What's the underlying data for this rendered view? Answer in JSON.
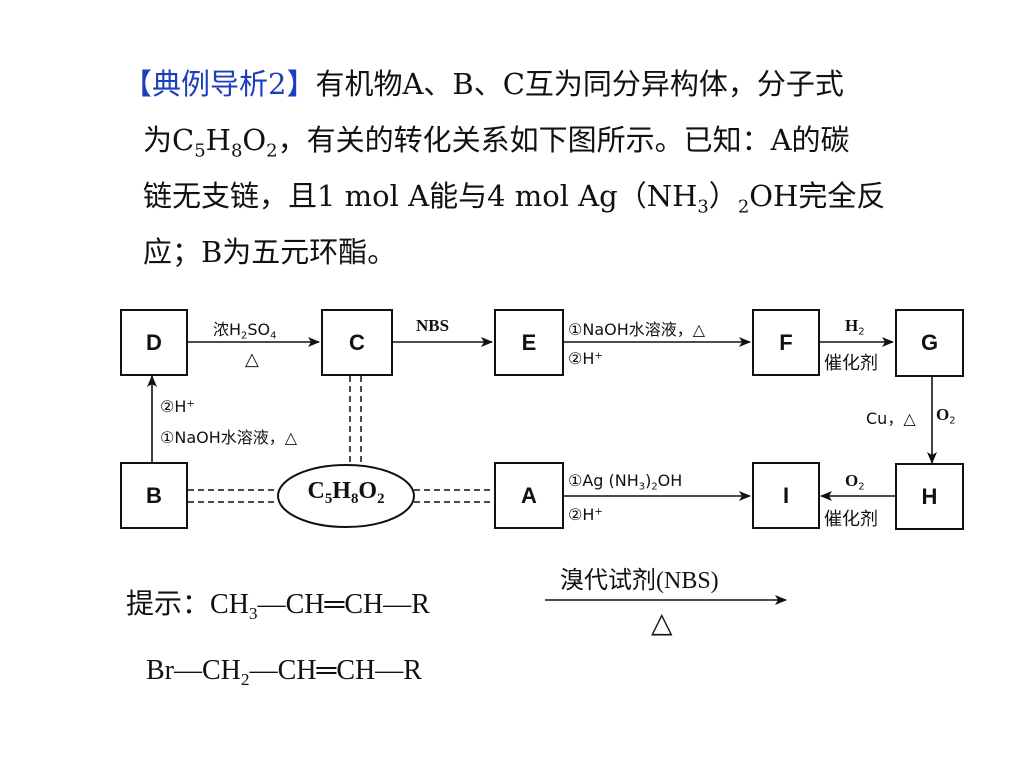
{
  "problem": {
    "tag": "【典例导析2】",
    "line1": "有机物A、B、C互为同分异构体，分子式",
    "line2_pre": "为C",
    "line2_s1": "5",
    "line2_h": "H",
    "line2_s2": "8",
    "line2_o": "O",
    "line2_s3": "2",
    "line2_post": "，有关的转化关系如下图所示。已知：A的碳",
    "line3_pre": "链无支链，且1 mol A能与4 mol Ag（NH",
    "line3_s1": "3",
    "line3_mid": "）",
    "line3_s2": "2",
    "line3_post": "OH完全反",
    "line4": "应；B为五元环酯。"
  },
  "nodes": {
    "D": "D",
    "C": "C",
    "E": "E",
    "F": "F",
    "G": "G",
    "B": "B",
    "A": "A",
    "I": "I",
    "H": "H",
    "center_C": "C",
    "center_5": "5",
    "center_H": "H",
    "center_8": "8",
    "center_O": "O",
    "center_2": "2"
  },
  "labels": {
    "dc_top_pre": "浓H",
    "dc_top_s1": "2",
    "dc_top_mid": "SO",
    "dc_top_s2": "4",
    "dc_bottom": "△",
    "ce_top": "NBS",
    "ef_top": "①NaOH水溶液，△",
    "ef_bottom_pre": "②H",
    "ef_bottom_sup": "+",
    "fg_top_pre": "H",
    "fg_top_sub": "2",
    "fg_bottom": "催化剂",
    "bd_line1_pre": "②H",
    "bd_line1_sup": "+",
    "bd_line2": "①NaOH水溶液，△",
    "gh_left": "Cu，△",
    "gh_right_pre": "O",
    "gh_right_sub": "2",
    "ai_top_pre": "①Ag (NH",
    "ai_top_s1": "3",
    "ai_top_mid": ")",
    "ai_top_s2": "2",
    "ai_top_post": "OH",
    "ai_bottom_pre": "②H",
    "ai_bottom_sup": "+",
    "hi_top_pre": "O",
    "hi_top_sub": "2",
    "hi_bottom": "催化剂"
  },
  "hint": {
    "prefix": "提示：",
    "ch3_pre": "CH",
    "ch3_sub": "3",
    "rest": "CH═CH—R",
    "arrow_top": "溴代试剂(NBS)",
    "arrow_bottom": "△",
    "line2_pre": "Br—CH",
    "line2_sub": "2",
    "line2_rest": "—CH═CH—R"
  }
}
